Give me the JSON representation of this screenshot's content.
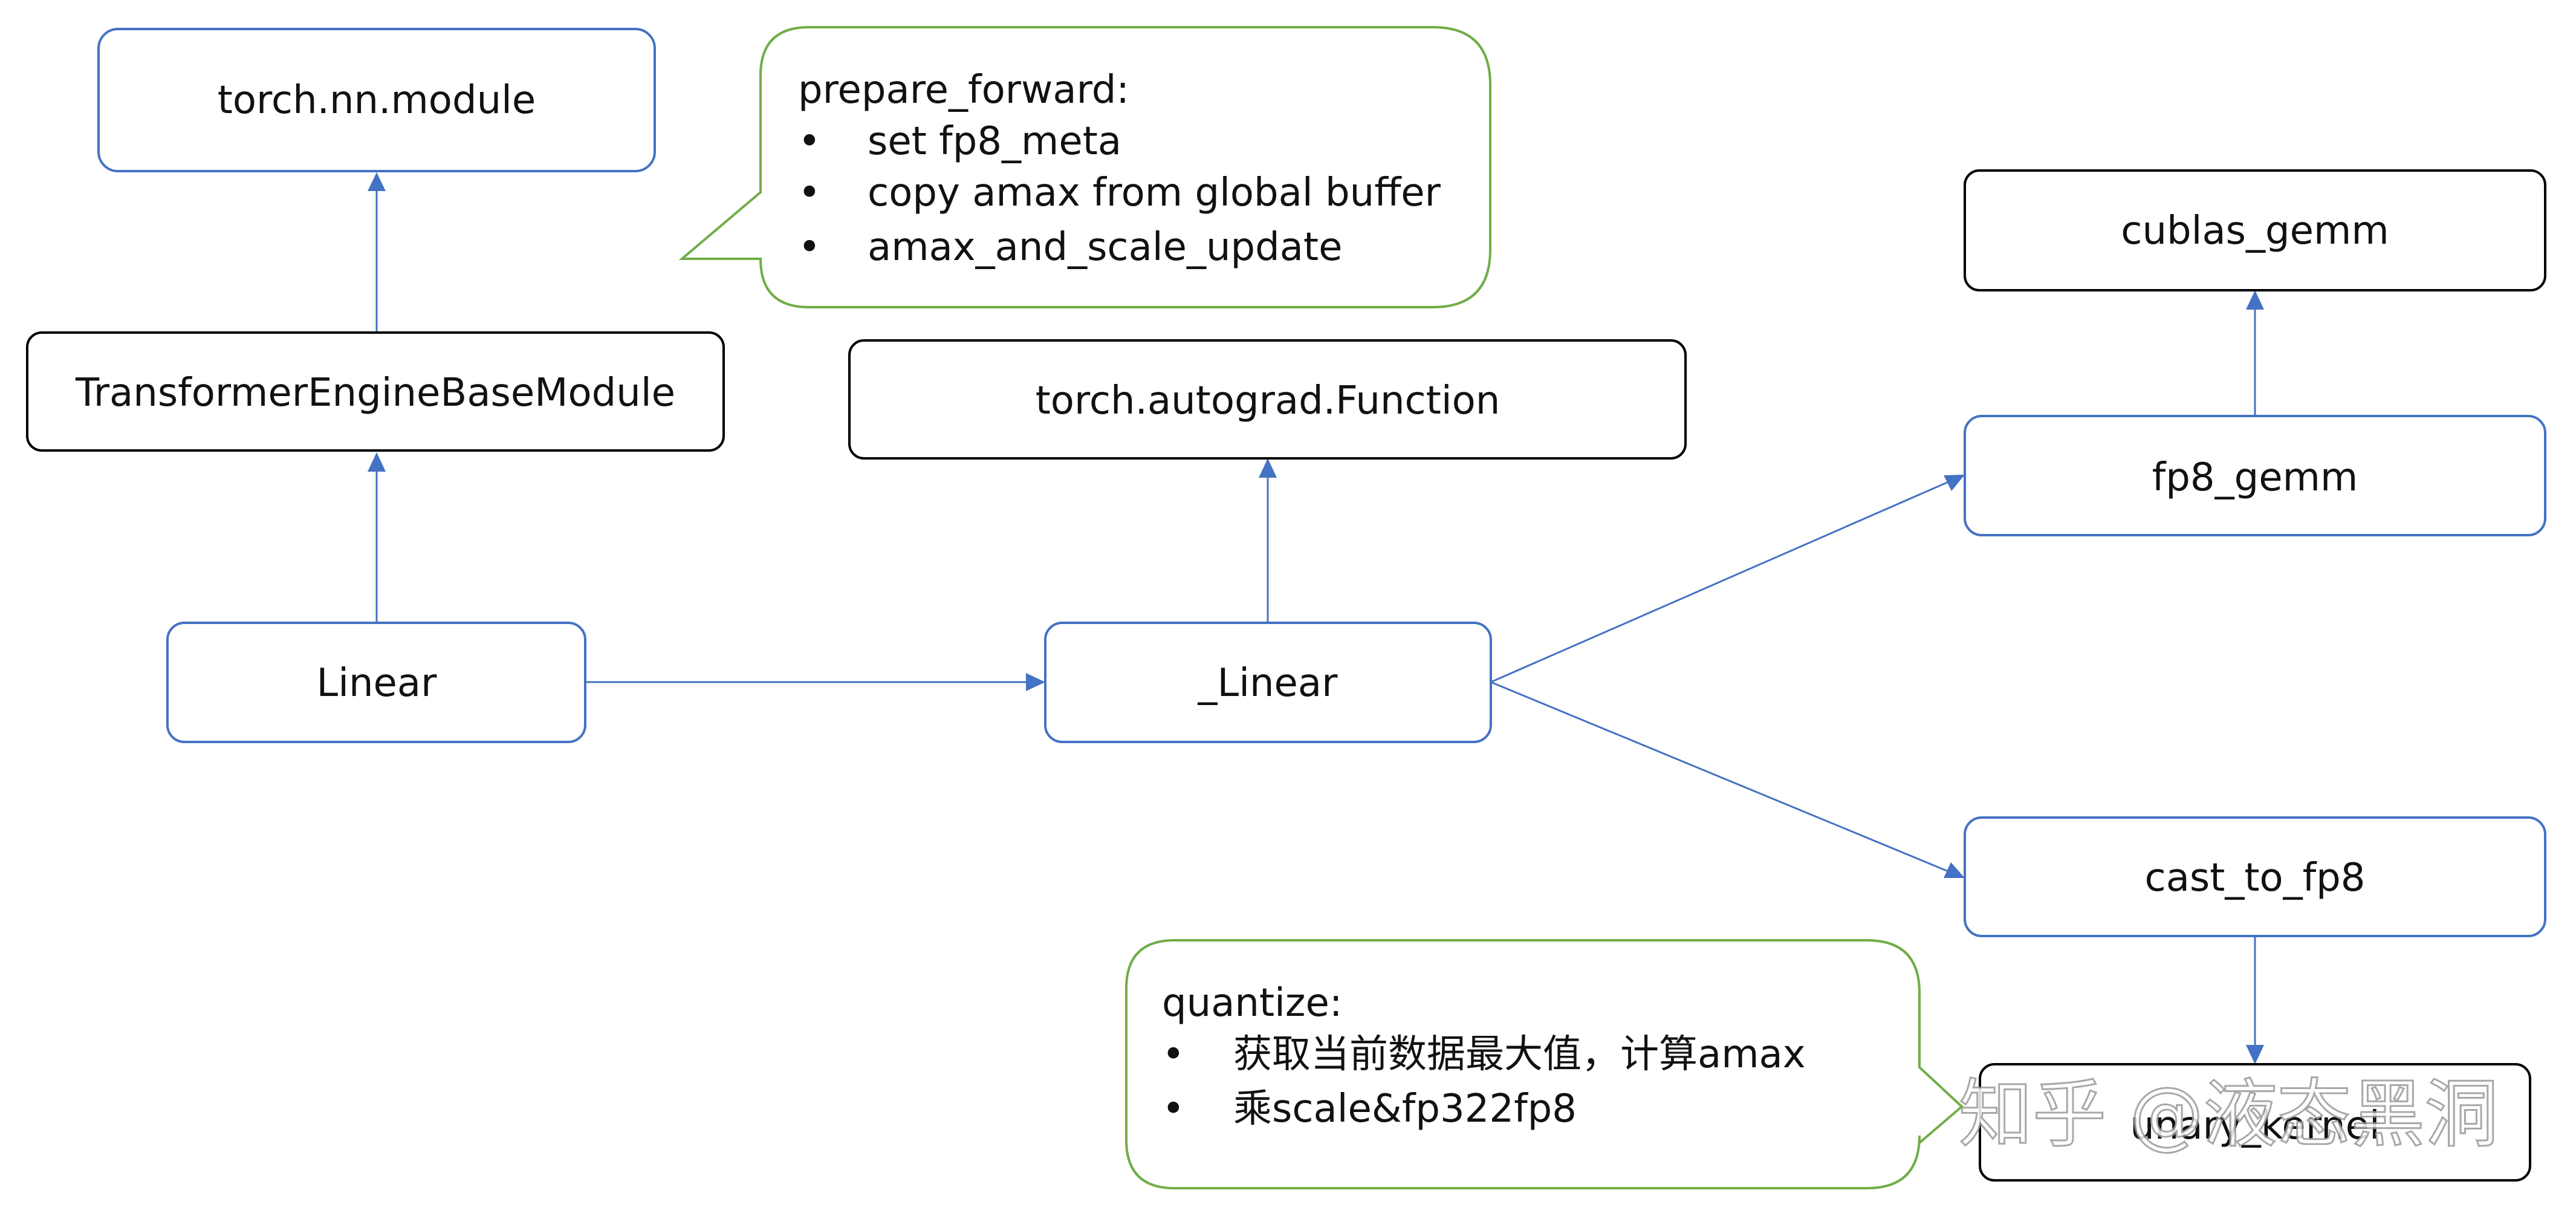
{
  "nodes": {
    "torch_nn_module": "torch.nn.module",
    "te_base_module": "TransformerEngineBaseModule",
    "linear": "Linear",
    "torch_autograd_function": "torch.autograd.Function",
    "_linear": "_Linear",
    "cublas_gemm": "cublas_gemm",
    "fp8_gemm": "fp8_gemm",
    "cast_to_fp8": "cast_to_fp8",
    "unary_kernel": "unary_kernel"
  },
  "callouts": {
    "prepare_forward": {
      "title": "prepare_forward:",
      "items": [
        "set fp8_meta",
        "copy amax from global buffer",
        "amax_and_scale_update"
      ]
    },
    "quantize": {
      "title": "quantize:",
      "items": [
        "获取当前数据最大值，计算amax",
        "乘scale&fp322fp8"
      ]
    }
  },
  "bullet": "•",
  "watermark": "知乎 @液态黑洞",
  "colors": {
    "blue_border": "#4472C4",
    "black_border": "#000000",
    "green_border": "#70AD47",
    "arrow": "#4472C4"
  }
}
